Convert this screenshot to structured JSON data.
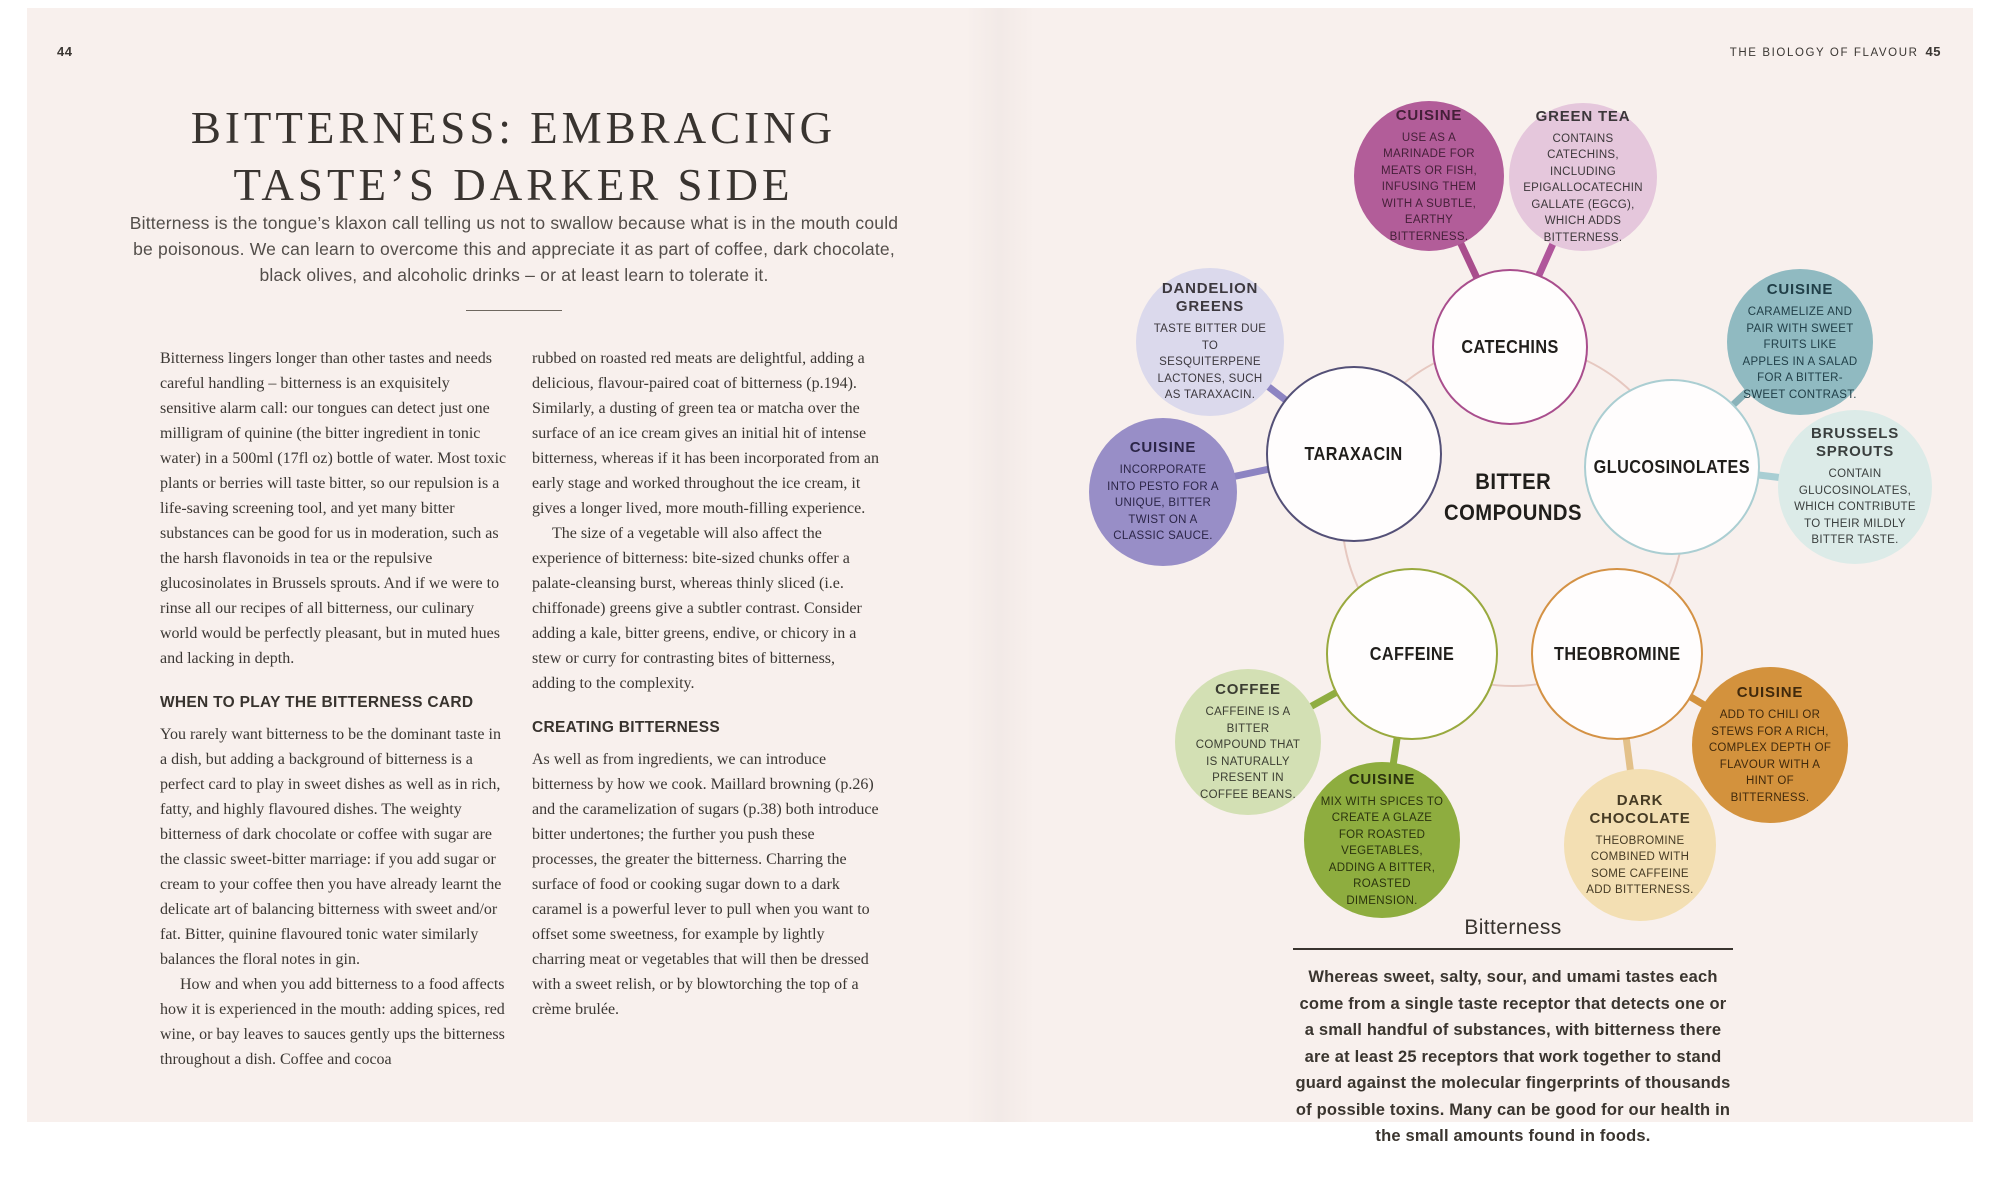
{
  "page": {
    "bg": "#f8f0ed",
    "left_folio": "44",
    "running_head": "THE BIOLOGY OF FLAVOUR",
    "right_folio": "45"
  },
  "article": {
    "title_line1": "BITTERNESS: EMBRACING",
    "title_line2": "TASTE’S DARKER SIDE",
    "standfirst": "Bitterness is the tongue’s klaxon call telling us not to swallow because what is in the mouth could be poisonous. We can learn to overcome this and appreciate it as part of coffee, dark chocolate, black olives, and alcoholic drinks – or at least learn to tolerate it.",
    "col1_para1": "Bitterness lingers longer than other tastes and needs careful handling – bitterness is an exquisitely sensitive alarm call: our tongues can detect just one milligram of quinine (the bitter ingredient in tonic water) in a 500ml (17fl oz) bottle of water. Most toxic plants or berries will taste bitter, so our repulsion is a life-saving screening tool, and yet many bitter substances can be good for us in moderation, such as the harsh flavonoids in tea or the repulsive glucosinolates in Brussels sprouts. And if we were to rinse all our recipes of all bitterness, our culinary world would be perfectly pleasant, but in muted hues and lacking in depth.",
    "col1_heading": "WHEN TO PLAY THE BITTERNESS CARD",
    "col1_para2": "You rarely want bitterness to be the dominant taste in a dish, but adding a background of bitterness is a perfect card to play in sweet dishes as well as in rich, fatty, and highly flavoured dishes. The weighty bitterness of dark chocolate or coffee with sugar are the classic sweet-bitter marriage: if you add sugar or cream to your coffee then you have already learnt the delicate art of balancing bitterness with sweet and/or fat. Bitter, quinine flavoured tonic water similarly balances the floral notes in gin.",
    "col1_para3": "How and when you add bitterness to a food affects how it is experienced in the mouth: adding spices, red wine, or bay leaves to sauces gently ups the bitterness throughout a dish. Coffee and cocoa",
    "col2_para1": "rubbed on roasted red meats are delightful, adding a delicious, flavour-paired coat of bitterness (p.194). Similarly, a dusting of green tea or matcha over the surface of an ice cream gives an initial hit of intense bitterness, whereas if it has been incorporated from an early stage and worked throughout the ice cream, it gives a longer lived, more mouth-filling experience.",
    "col2_para2": "The size of a vegetable will also affect the experience of bitterness: bite-sized chunks offer a palate-cleansing burst, whereas thinly sliced (i.e. chiffonade) greens give a subtler contrast. Consider adding a kale, bitter greens, endive, or chicory in a stew or curry for contrasting bites of bitterness, adding to the complexity.",
    "col2_heading": "CREATING BITTERNESS",
    "col2_para3": "As well as from ingredients, we can introduce bitterness by how we cook. Maillard browning (p.26) and the caramelization of sugars (p.38) both introduce bitter undertones; the further you push these processes, the greater the bitterness. Charring the surface of food or cooking sugar down to a dark caramel is a powerful lever to pull when you want to offset some sweetness, for example by lightly charring meat or vegetables that will then be dressed with a sweet relish, or by blowtorching the top of a crème brulée."
  },
  "diagram": {
    "center_line1": "BITTER",
    "center_line2": "COMPOUNDS",
    "ring_color": "#e6c8c0",
    "compounds": [
      {
        "label": "CATECHINS",
        "border": "#a94e8d"
      },
      {
        "label": "TARAXACIN",
        "border": "#545077"
      },
      {
        "label": "GLUCOSINOLATES",
        "border": "#abced2"
      },
      {
        "label": "CAFFEINE",
        "border": "#99a93e"
      },
      {
        "label": "THEOBROMINE",
        "border": "#d49245"
      }
    ],
    "satellites": [
      {
        "title": "CUISINE",
        "body": "USE AS A MARINADE FOR MEATS OR FISH, INFUSING THEM WITH A SUBTLE, EARTHY BITTERNESS.",
        "bg": "#b25d99",
        "ink": "#441f38"
      },
      {
        "title": "GREEN TEA",
        "body": "CONTAINS CATECHINS, INCLUDING EPIGALLOCATECHIN GALLATE (EGCG), WHICH ADDS BITTERNESS.",
        "bg": "#e5c7dc",
        "ink": "#3c373a"
      },
      {
        "title": "DANDELION GREENS",
        "body": "TASTE BITTER DUE TO SESQUITERPENE LACTONES, SUCH AS TARAXACIN.",
        "bg": "#dbd9ec",
        "ink": "#3c383e"
      },
      {
        "title": "CUISINE",
        "body": "INCORPORATE INTO PESTO FOR A UNIQUE, BITTER TWIST ON A CLASSIC SAUCE.",
        "bg": "#988ec7",
        "ink": "#2b2547"
      },
      {
        "title": "CUISINE",
        "body": "CARAMELIZE AND PAIR WITH SWEET FRUITS LIKE APPLES IN A SALAD FOR A BITTER-SWEET CONTRAST.",
        "bg": "#90bac1",
        "ink": "#213f48"
      },
      {
        "title": "BRUSSELS SPROUTS",
        "body": "CONTAIN GLUCOSINOLATES, WHICH CONTRIBUTE TO THEIR MILDLY BITTER TASTE.",
        "bg": "#dcebe8",
        "ink": "#3a3f3e"
      },
      {
        "title": "COFFEE",
        "body": "CAFFEINE IS A BITTER COMPOUND THAT IS NATURALLY PRESENT IN COFFEE BEANS.",
        "bg": "#d3e0b4",
        "ink": "#3b3d32"
      },
      {
        "title": "CUISINE",
        "body": "MIX WITH SPICES TO CREATE A GLAZE FOR ROASTED VEGETABLES, ADDING A BITTER, ROASTED DIMENSION.",
        "bg": "#8ead3f",
        "ink": "#2b330e"
      },
      {
        "title": "DARK CHOCOLATE",
        "body": "THEOBROMINE COMBINED WITH SOME CAFFEINE ADD BITTERNESS.",
        "bg": "#f3dfb3",
        "ink": "#463b24"
      },
      {
        "title": "CUISINE",
        "body": "ADD TO CHILI OR STEWS FOR A RICH, COMPLEX DEPTH OF FLAVOUR WITH A HINT OF BITTERNESS.",
        "bg": "#d3923d",
        "ink": "#40290c"
      }
    ],
    "links": [
      {
        "from": "cuisine-marinade",
        "to": "catechins",
        "color": "#a94e8d"
      },
      {
        "from": "green-tea",
        "to": "catechins",
        "color": "#b0569b"
      },
      {
        "from": "dandelion-greens",
        "to": "taraxacin",
        "color": "#8d84c2"
      },
      {
        "from": "cuisine-pesto",
        "to": "taraxacin",
        "color": "#8d84c2"
      },
      {
        "from": "cuisine-caramelize",
        "to": "glucosinolates",
        "color": "#8ab3ba"
      },
      {
        "from": "brussels-sprouts",
        "to": "glucosinolates",
        "color": "#a9ced3"
      },
      {
        "from": "coffee",
        "to": "caffeine",
        "color": "#8fad41"
      },
      {
        "from": "cuisine-glaze",
        "to": "caffeine",
        "color": "#8ead3f"
      },
      {
        "from": "dark-chocolate",
        "to": "theobromine",
        "color": "#e3c18a"
      },
      {
        "from": "cuisine-chili",
        "to": "theobromine",
        "color": "#d3923d"
      }
    ]
  },
  "caption": {
    "title": "Bitterness",
    "body": "Whereas sweet, salty, sour, and umami tastes each come from a single taste receptor that detects one or a small handful of substances, with bitterness there are at least 25 receptors that work together to stand guard against the molecular fingerprints of thousands of possible toxins. Many can be good for our health in the small amounts found in foods."
  }
}
